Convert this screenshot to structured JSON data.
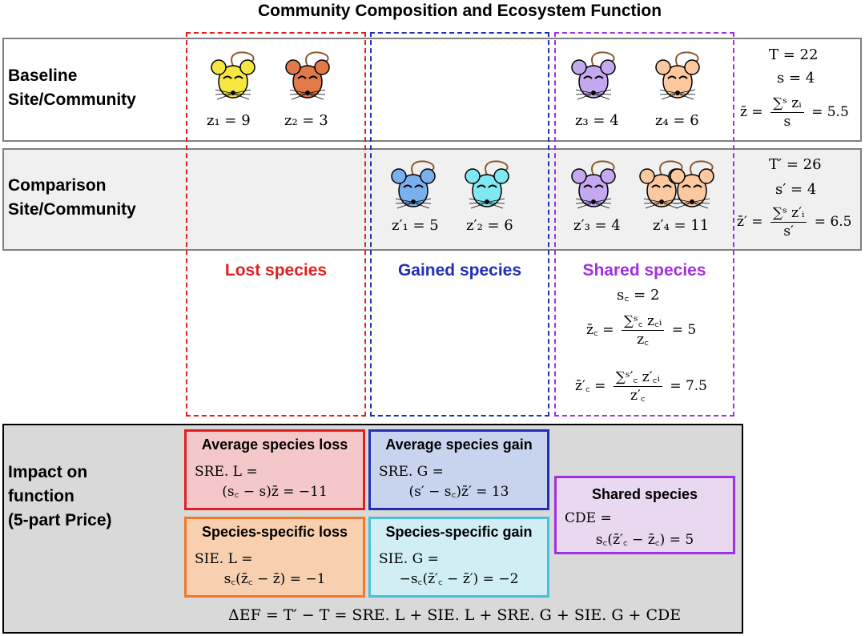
{
  "title": "Community Composition and Ecosystem Function",
  "rows": {
    "baseline_label": [
      "Baseline",
      "Site/Community"
    ],
    "comparison_label": [
      "Comparison",
      "Site/Community"
    ],
    "impact_label": [
      "Impact on",
      "function",
      "(5-part Price)"
    ]
  },
  "columns": {
    "lost": "Lost species",
    "gained": "Gained species",
    "shared": "Shared species"
  },
  "colors": {
    "lost": "#e02020",
    "gained": "#2030b0",
    "shared": "#a030e0",
    "orange": "#f07828",
    "cyan": "#48c0d8",
    "gray_row": "#f0f0f0",
    "bottom_bg": "#d9d9d9"
  },
  "baseline": {
    "z1": "z₁ = 9",
    "z2": "z₂ = 3",
    "z3": "z₃ = 4",
    "z4": "z₄ = 6",
    "T": "T = 22",
    "s": "s = 4",
    "zbar_lhs": "z̄ =",
    "zbar_num": "∑ˢ zᵢ",
    "zbar_den": "s",
    "zbar_rhs": "= 5.5"
  },
  "comparison": {
    "z1": "z′₁ = 5",
    "z2": "z′₂ = 6",
    "z3": "z′₃ = 4",
    "z4": "z′₄ = 11",
    "T": "T′ = 26",
    "s": "s′ = 4",
    "zbar_lhs": "z̄′ =",
    "zbar_num": "∑ˢ z′ᵢ",
    "zbar_den": "s′",
    "zbar_rhs": "= 6.5"
  },
  "shared_stats": {
    "sc": "s꜀ = 2",
    "zc_lhs": "z̄꜀ =",
    "zc_num": "∑ˢ꜀ z꜀ᵢ",
    "zc_den": "z꜀",
    "zc_rhs": "= 5",
    "zpc_lhs": "z̄′꜀ =",
    "zpc_num": "∑ˢ′꜀ z′꜀ᵢ",
    "zpc_den": "z′꜀",
    "zpc_rhs": "= 7.5"
  },
  "price": {
    "avg_loss": {
      "title": "Average species loss",
      "line1": "SRE. L =",
      "line2": "(s꜀ − s)z̄ = −11"
    },
    "avg_gain": {
      "title": "Average species gain",
      "line1": "SRE. G =",
      "line2": "(s′ − s꜀)z̄′ = 13"
    },
    "spec_loss": {
      "title": "Species-specific loss",
      "line1": "SIE. L =",
      "line2": "s꜀(z̄꜀ − z̄) = −1"
    },
    "spec_gain": {
      "title": "Species-specific gain",
      "line1": "SIE. G =",
      "line2": "−s꜀(z̄′꜀ − z̄′) = −2"
    },
    "shared": {
      "title": "Shared species",
      "line1": "CDE =",
      "line2": "s꜀(z̄′꜀ − z̄꜀) = 5"
    },
    "total": "ΔEF = T′ − T = SRE. L + SIE. L + SRE. G + SIE. G + CDE"
  }
}
